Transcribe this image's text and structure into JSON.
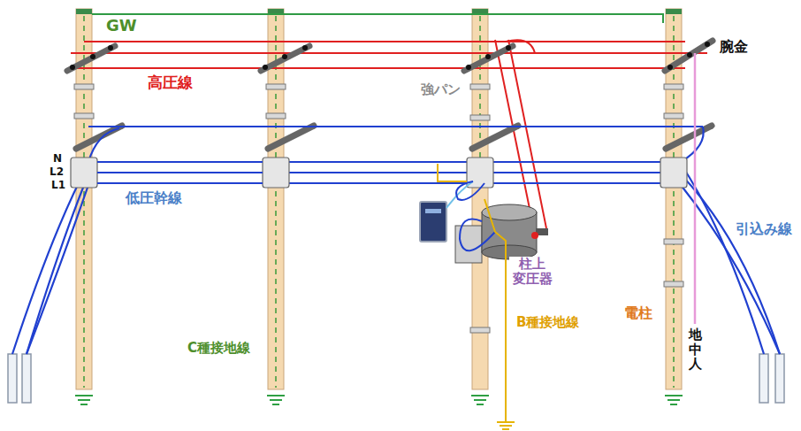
{
  "diagram": {
    "labels": [
      "GW",
      "高圧線",
      "腕金",
      "強パン",
      "N",
      "L2",
      "L1",
      "低圧幹線",
      "C種接地線",
      "柱上 変圧器",
      "B種接地線",
      "電柱",
      "地中人",
      "引込み線"
    ]
  }
}
